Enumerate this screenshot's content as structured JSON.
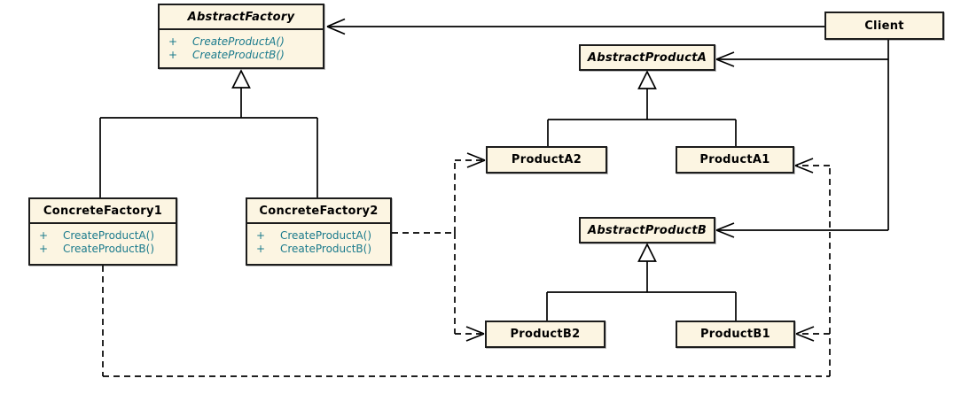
{
  "diagram": {
    "kind": "uml-class-diagram",
    "pattern": "Abstract Factory"
  },
  "colors": {
    "background": "#ffffff",
    "box_fill": "#fcf5e2",
    "box_border": "#1c1c1c",
    "connector": "#000000",
    "method_text": "#1a7a8c",
    "title_text": "#000000"
  },
  "classes": {
    "abstract_factory": {
      "name": "AbstractFactory",
      "abstract": true,
      "methods": [
        {
          "visibility": "+",
          "signature": "CreateProductA()"
        },
        {
          "visibility": "+",
          "signature": "CreateProductB()"
        }
      ]
    },
    "concrete_factory_1": {
      "name": "ConcreteFactory1",
      "abstract": false,
      "methods": [
        {
          "visibility": "+",
          "signature": "CreateProductA()"
        },
        {
          "visibility": "+",
          "signature": "CreateProductB()"
        }
      ]
    },
    "concrete_factory_2": {
      "name": "ConcreteFactory2",
      "abstract": false,
      "methods": [
        {
          "visibility": "+",
          "signature": "CreateProductA()"
        },
        {
          "visibility": "+",
          "signature": "CreateProductB()"
        }
      ]
    },
    "client": {
      "name": "Client",
      "abstract": false
    },
    "abstract_product_a": {
      "name": "AbstractProductA",
      "abstract": true
    },
    "product_a2": {
      "name": "ProductA2",
      "abstract": false
    },
    "product_a1": {
      "name": "ProductA1",
      "abstract": false
    },
    "abstract_product_b": {
      "name": "AbstractProductB",
      "abstract": true
    },
    "product_b2": {
      "name": "ProductB2",
      "abstract": false
    },
    "product_b1": {
      "name": "ProductB1",
      "abstract": false
    }
  },
  "relationships": [
    {
      "from": "ConcreteFactory1",
      "to": "AbstractFactory",
      "type": "generalization"
    },
    {
      "from": "ConcreteFactory2",
      "to": "AbstractFactory",
      "type": "generalization"
    },
    {
      "from": "ProductA2",
      "to": "AbstractProductA",
      "type": "generalization"
    },
    {
      "from": "ProductA1",
      "to": "AbstractProductA",
      "type": "generalization"
    },
    {
      "from": "ProductB2",
      "to": "AbstractProductB",
      "type": "generalization"
    },
    {
      "from": "ProductB1",
      "to": "AbstractProductB",
      "type": "generalization"
    },
    {
      "from": "Client",
      "to": "AbstractFactory",
      "type": "directed-association"
    },
    {
      "from": "Client",
      "to": "AbstractProductA",
      "type": "directed-association"
    },
    {
      "from": "Client",
      "to": "AbstractProductB",
      "type": "directed-association"
    },
    {
      "from": "ConcreteFactory2",
      "to": "ProductA2",
      "type": "dependency-dashed"
    },
    {
      "from": "ConcreteFactory2",
      "to": "ProductB2",
      "type": "dependency-dashed"
    },
    {
      "from": "ConcreteFactory1",
      "to": "ProductA1",
      "type": "dependency-dashed"
    },
    {
      "from": "ConcreteFactory1",
      "to": "ProductB1",
      "type": "dependency-dashed"
    }
  ]
}
